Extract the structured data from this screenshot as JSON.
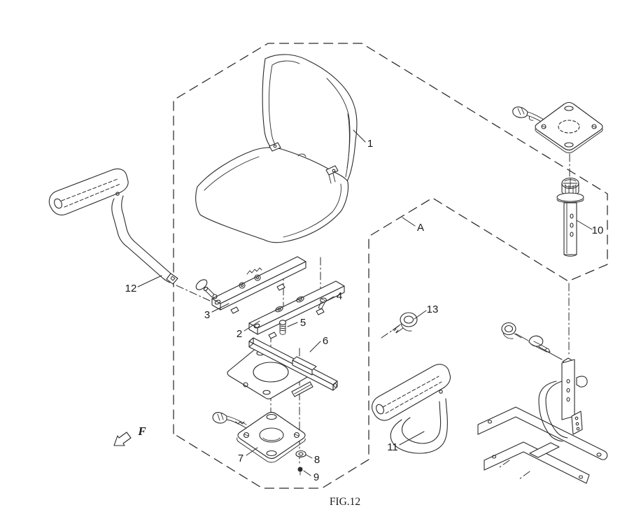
{
  "figure_label": "FIG.12",
  "callouts": {
    "c1": "1",
    "c2": "2",
    "c3": "3",
    "c4": "4",
    "c5": "5",
    "c6": "6",
    "c7": "7",
    "c8": "8",
    "c9": "9",
    "c10": "10",
    "c11": "11",
    "c12": "12",
    "c13": "13",
    "ref_a": "A",
    "direction_f": "F"
  },
  "colors": {
    "line": "#2a2a2a",
    "background": "#ffffff"
  }
}
